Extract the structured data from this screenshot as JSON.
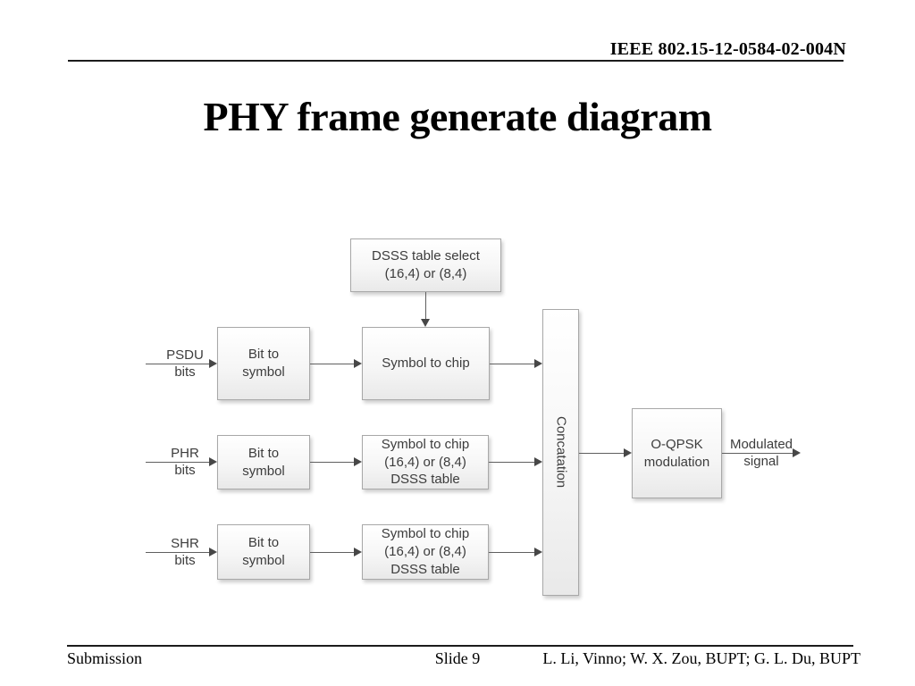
{
  "slide": {
    "header": {
      "doc_number": "IEEE 802.15-12-0584-02-004N"
    },
    "title": "PHY frame generate diagram",
    "footer": {
      "left": "Submission",
      "center": "Slide 9",
      "right": "L. Li, Vinno; W. X. Zou, BUPT; G. L. Du, BUPT"
    }
  },
  "diagram": {
    "dsss_select_box": "DSSS table select\n(16,4) or (8,4)",
    "concat_box": "Concatation",
    "oqpsk_box": "O-QPSK\nmodulation",
    "output_label": "Modulated\nsignal",
    "rows": [
      {
        "input_label": "PSDU\nbits",
        "bit_to_symbol": "Bit to\nsymbol",
        "symbol_to_chip": "Symbol to chip"
      },
      {
        "input_label": "PHR\nbits",
        "bit_to_symbol": "Bit to\nsymbol",
        "symbol_to_chip": "Symbol to chip\n(16,4) or (8,4)\nDSSS table"
      },
      {
        "input_label": "SHR\nbits",
        "bit_to_symbol": "Bit to\nsymbol",
        "symbol_to_chip": "Symbol to chip\n(16,4) or (8,4)\nDSSS table"
      }
    ],
    "colors": {
      "box_border": "#a8a8a8",
      "box_fill_top": "#ffffff",
      "box_fill_bottom": "#e9e9e9",
      "box_text": "#3c3c3c",
      "arrow": "#5f5f5f",
      "chrome_text": "#000000",
      "rule": "#1c1c1c"
    }
  }
}
